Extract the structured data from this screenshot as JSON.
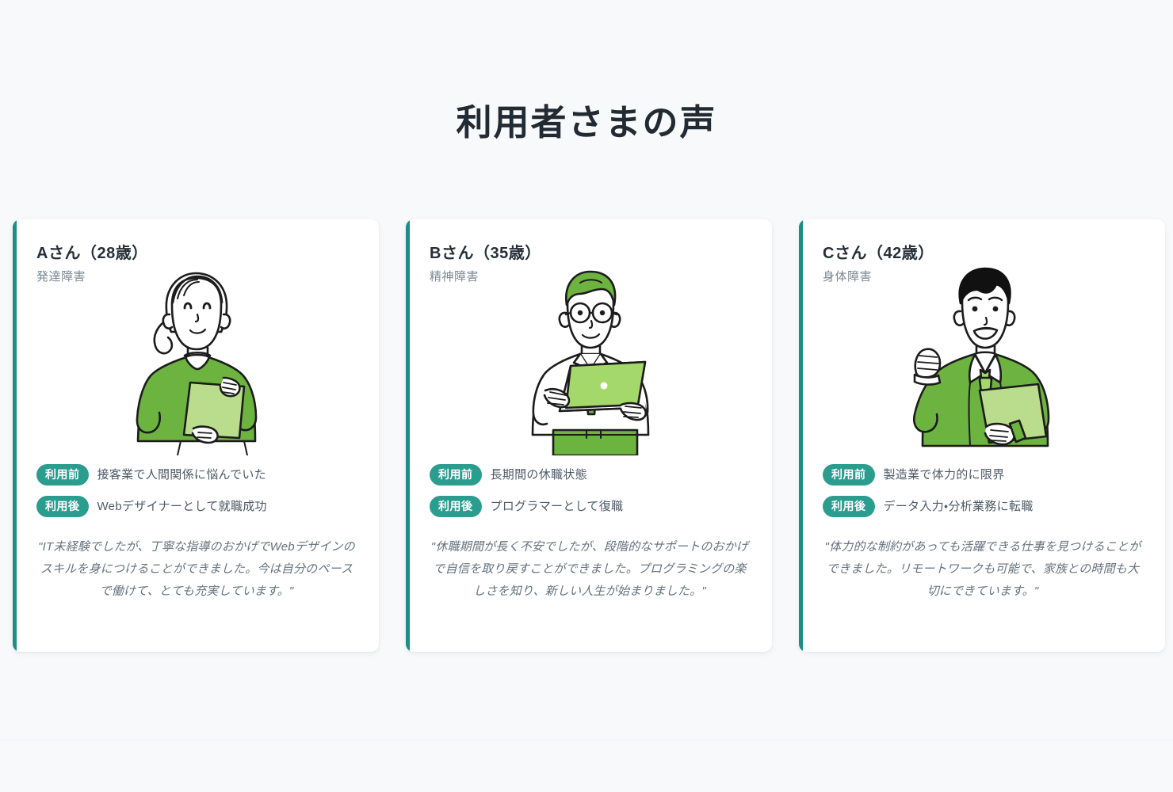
{
  "section": {
    "title": "利用者さまの声"
  },
  "labels": {
    "before_badge": "利用前",
    "after_badge": "利用後",
    "quote_open": "\"",
    "quote_close": "\""
  },
  "colors": {
    "page_background": "#f8f9fb",
    "card_background": "#ffffff",
    "accent_bar": "#1b8e85",
    "badge": "#2a9d8f",
    "title_text": "#222b33",
    "body_text": "#4e5a66",
    "muted_text": "#7c8894",
    "quote_text": "#66727e",
    "illustration_green": "#6fb442",
    "illustration_light_green": "#b9dd8c"
  },
  "cards": [
    {
      "name": "Aさん（28歳）",
      "condition": "発達障害",
      "illustration": "woman-with-folder-illustration",
      "before_label": "利用前",
      "before_text": "接客業で人間関係に悩んでいた",
      "after_label": "利用後",
      "after_text": "Webデザイナーとして就職成功",
      "quote": "\"IT未経験でしたが、丁寧な指導のおかげでWebデザインのスキルを身につけることができました。今は自分のペースで働けて、とても充実しています。\""
    },
    {
      "name": "Bさん（35歳）",
      "condition": "精神障害",
      "illustration": "man-with-laptop-illustration",
      "before_label": "利用前",
      "before_text": "長期間の休職状態",
      "after_label": "利用後",
      "after_text": "プログラマーとして復職",
      "quote": "\"休職期間が長く不安でしたが、段階的なサポートのおかげで自信を取り戻すことができました。プログラミングの楽しさを知り、新しい人生が始まりました。\""
    },
    {
      "name": "Cさん（42歳）",
      "condition": "身体障害",
      "illustration": "man-in-suit-illustration",
      "before_label": "利用前",
      "before_text": "製造業で体力的に限界",
      "after_label": "利用後",
      "after_text": "データ入力・分析業務に転職",
      "quote": "\"体力的な制約があっても活躍できる仕事を見つけることができました。リモートワークも可能で、家族との時間も大切にできています。\""
    }
  ]
}
